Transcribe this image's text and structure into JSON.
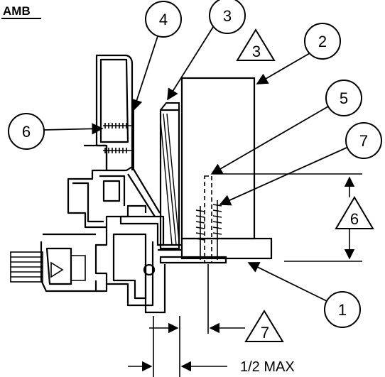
{
  "header": {
    "fragment": "AMB"
  },
  "callouts": {
    "c1": "1",
    "c2": "2",
    "c3": "3",
    "c4": "4",
    "c5": "5",
    "c6": "6",
    "c7": "7"
  },
  "notes": {
    "n3": "3",
    "n6": "6",
    "n7": "7"
  },
  "dimension": {
    "label": "1/2 MAX"
  }
}
